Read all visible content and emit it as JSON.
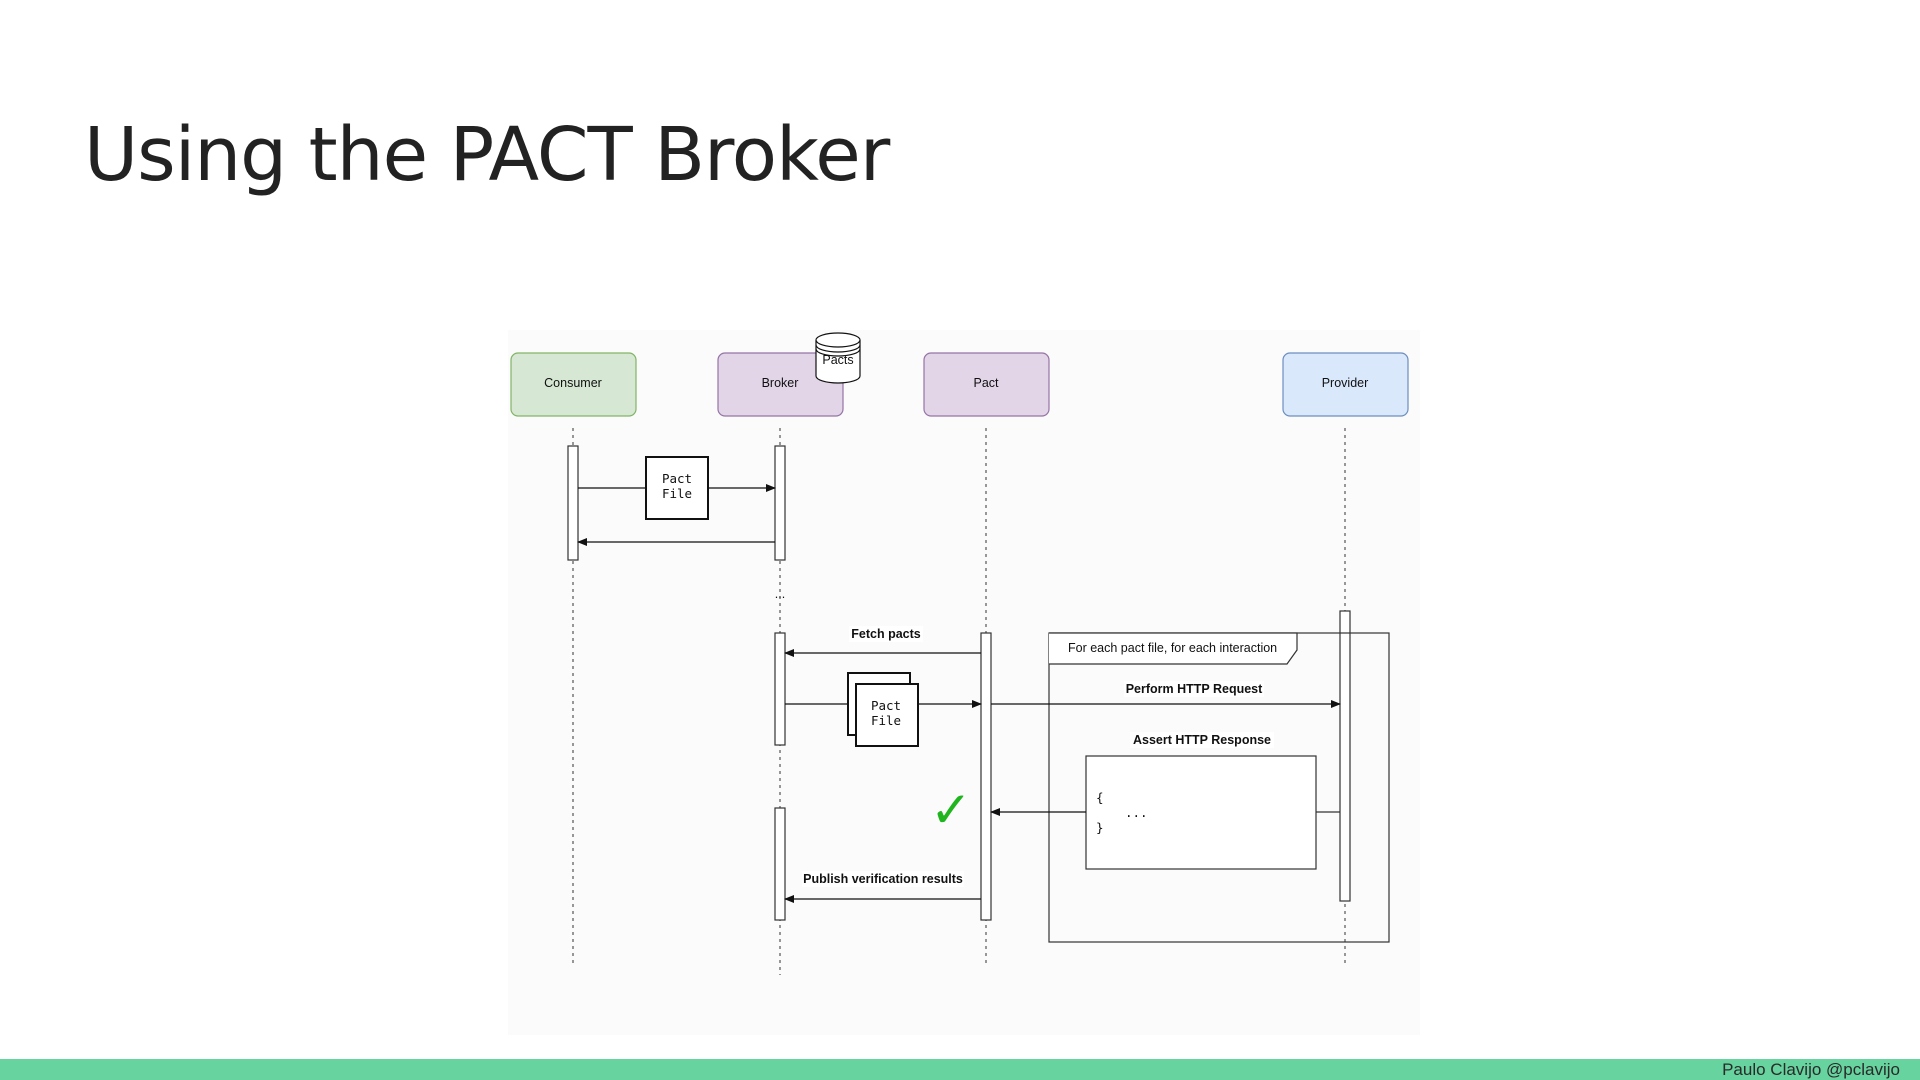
{
  "slide": {
    "title": "Using the PACT Broker",
    "footer": "Paulo Clavijo @pclavijo",
    "accent_color": "#67d39e"
  },
  "diagram": {
    "participants": [
      {
        "id": "consumer",
        "label": "Consumer",
        "fill": "#d6e8d4",
        "stroke": "#82b366"
      },
      {
        "id": "broker",
        "label": "Broker",
        "fill": "#e1d5e7",
        "stroke": "#9673a6"
      },
      {
        "id": "pact",
        "label": "Pact",
        "fill": "#e1d5e7",
        "stroke": "#9673a6"
      },
      {
        "id": "provider",
        "label": "Provider",
        "fill": "#dae8fc",
        "stroke": "#6c8ebf"
      }
    ],
    "database_label": "Pacts",
    "pact_file_label": [
      "Pact",
      "File"
    ],
    "ellipsis": "...",
    "messages": {
      "fetch_pacts": "Fetch pacts",
      "perform_request": "Perform HTTP Request",
      "assert_response": "Assert HTTP Response",
      "publish_results": "Publish verification results"
    },
    "loop_label": "For each pact file, for each interaction",
    "response_body": [
      "{",
      "...",
      "}"
    ],
    "check_mark": "✓",
    "check_color": "#1fb51f"
  }
}
